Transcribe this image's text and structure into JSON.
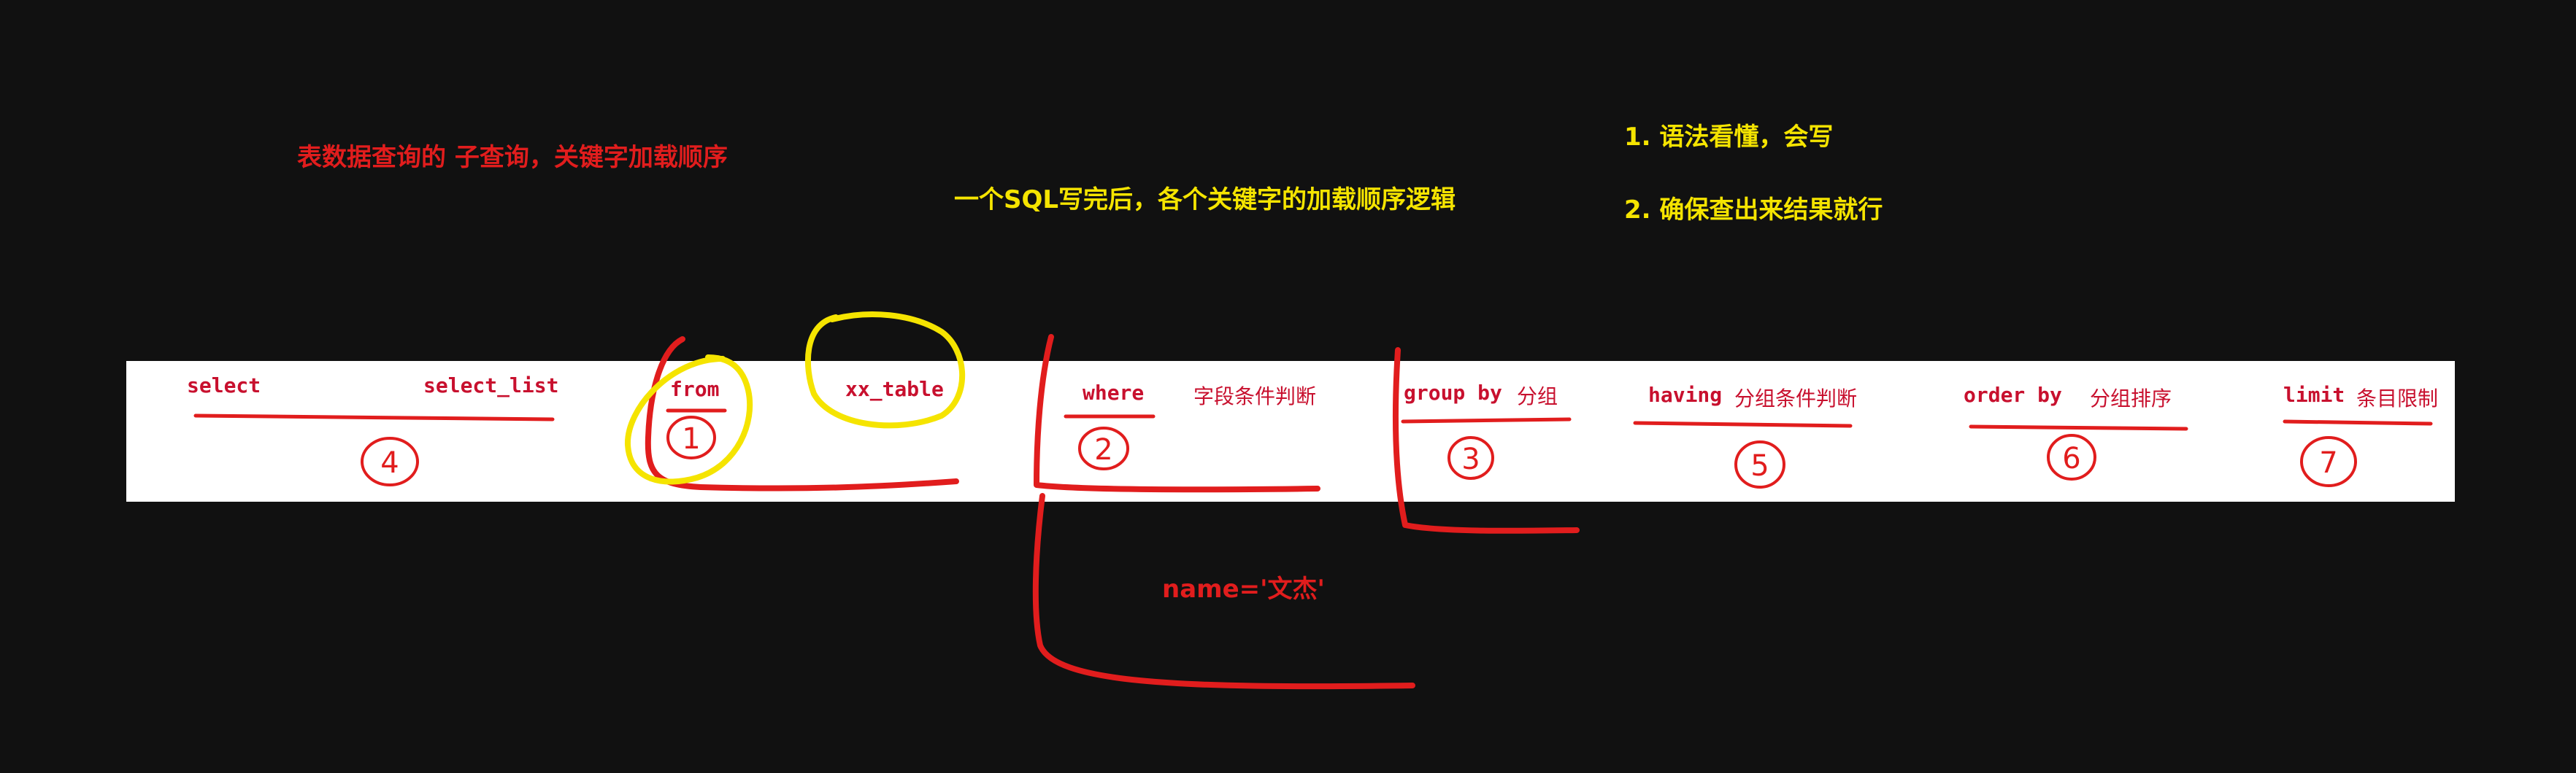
{
  "notes": {
    "title": "表数据查询的 子查询，关键字加载顺序",
    "subtitle": "一个SQL写完后，各个关键字的加载顺序逻辑",
    "point1": "1. 语法看懂，会写",
    "point2": "2. 确保查出来结果就行",
    "where_example": "name='文杰'"
  },
  "clauses": {
    "select": "select",
    "select_list": "select_list",
    "from": "from",
    "xx_table": "xx_table",
    "where": "where",
    "where_desc": "字段条件判断",
    "group_by": "group by",
    "group_by_desc": "分组",
    "having": "having",
    "having_desc": "分组条件判断",
    "order_by": "order by",
    "order_by_desc": "分组排序",
    "limit": "limit",
    "limit_desc": "条目限制"
  },
  "order_marks": {
    "select": "4",
    "from": "1",
    "where": "2",
    "group_by": "3",
    "having": "5",
    "order_by": "6",
    "limit": "7"
  },
  "colors": {
    "background": "#111111",
    "strip": "#ffffff",
    "keyword_red": "#c8102e",
    "annotation_red": "#e11d1d",
    "highlight_yellow": "#f5e400"
  }
}
